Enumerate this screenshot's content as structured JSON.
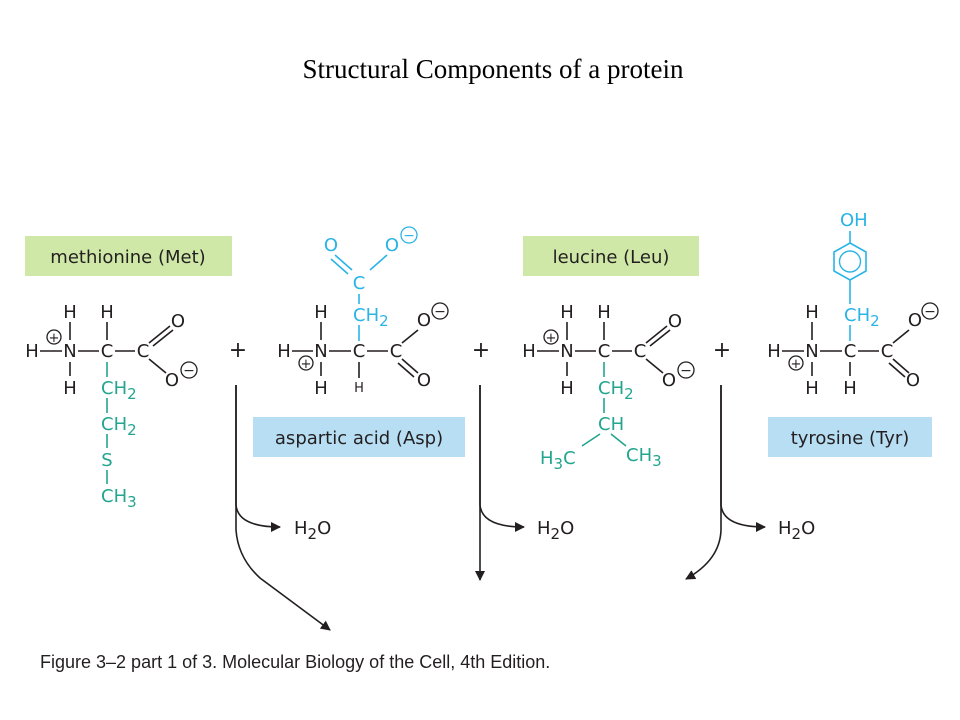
{
  "title": "Structural Components of a protein",
  "caption": "Figure 3–2 part 1 of 3. Molecular Biology of the Cell, 4th Edition.",
  "labels": {
    "met": "methionine (Met)",
    "asp": "aspartic acid (Asp)",
    "leu": "leucine (Leu)",
    "tyr": "tyrosine (Tyr)"
  },
  "atoms": {
    "H": "H",
    "N": "N",
    "C": "C",
    "O": "O",
    "S": "S",
    "OH": "OH",
    "CH": "CH",
    "CH2": "CH2",
    "CH3": "CH3",
    "H3C": "H3C",
    "plus_sign": "+",
    "minus_sign": "−",
    "water": "H2O"
  },
  "colors": {
    "label_green_bg": "#cfe8a7",
    "label_blue_bg": "#b8def3",
    "side_chain_green": "#23a58f",
    "side_chain_blue": "#2ab4e6",
    "ink": "#231f20"
  }
}
